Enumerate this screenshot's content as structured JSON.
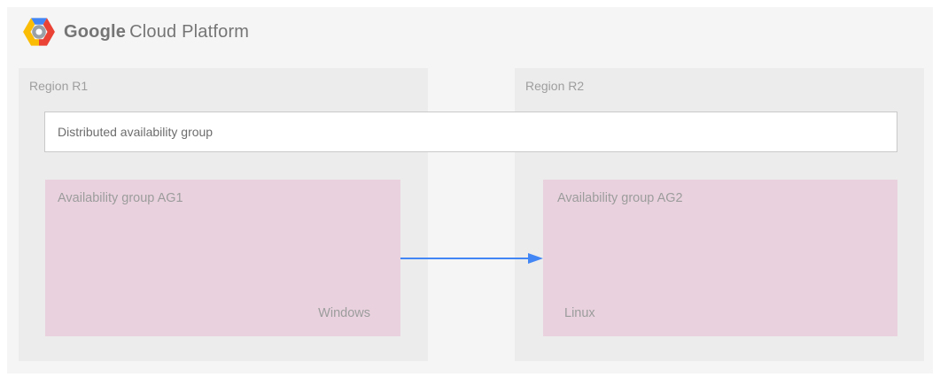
{
  "header": {
    "brand_google": "Google",
    "brand_rest": "Cloud Platform"
  },
  "distributed_group": {
    "label": "Distributed availability group"
  },
  "regions": [
    {
      "label": "Region R1",
      "availability_group": {
        "label": "Availability group AG1",
        "os": "Windows",
        "os_position": "bottom-right"
      }
    },
    {
      "label": "Region R2",
      "availability_group": {
        "label": "Availability group AG2",
        "os": "Linux",
        "os_position": "bottom-left"
      }
    }
  ],
  "arrow": {
    "from": "Availability group AG1",
    "to": "Availability group AG2",
    "direction": "right"
  },
  "colors": {
    "panel_gray": "#f5f5f6",
    "region_gray": "#ececec",
    "availability_group_pink": "#e9d2de",
    "arrow_blue": "#4285f4",
    "logo_blue": "#4285f4",
    "logo_red": "#ea4335",
    "logo_yellow": "#fbbc05",
    "logo_ring_gray": "#9aa0a6",
    "brand_text_gray": "#757575"
  }
}
